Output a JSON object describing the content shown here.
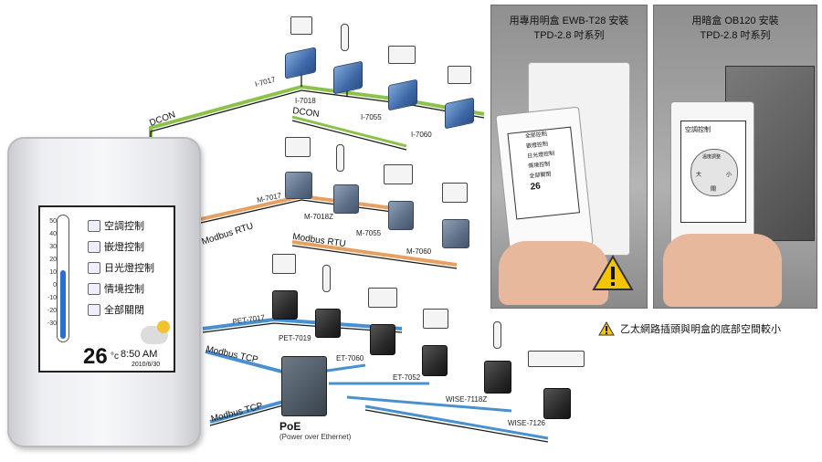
{
  "right_photos": {
    "left_caption_line1": "用專用明盒 EWB-T28 安裝",
    "left_caption_line2": "TPD-2.8 吋系列",
    "right_caption_line1": "用暗盒 OB120 安裝",
    "right_caption_line2": "TPD-2.8 吋系列",
    "warning_note": "乙太網路插頭與明盒的底部空間較小"
  },
  "touch_panel": {
    "menu": [
      "空調控制",
      "嵌燈控制",
      "日光燈控制",
      "情境控制",
      "全部關閉"
    ],
    "scale": [
      "50",
      "40",
      "30",
      "20",
      "10",
      "0",
      "-10",
      "-20",
      "-30"
    ],
    "temperature": "26",
    "temp_unit": "°c",
    "time": "8:50 AM",
    "date": "2010/6/30"
  },
  "mini_panel_menu": [
    "全部控制",
    "嵌燈控制",
    "日光燈控制",
    "情境控制",
    "全部關閉"
  ],
  "mini_panel_temp": "26",
  "mini_dark_panel": {
    "title": "空調控制",
    "wheel": [
      "溫度調整",
      "大",
      "小",
      "關"
    ]
  },
  "buses": {
    "dcon_top": "DCON",
    "dcon_mid": "DCON",
    "rtu_a": "Modbus RTU",
    "rtu_b": "Modbus RTU",
    "tcp_a": "Modbus TCP",
    "tcp_b": "Modbus TCP"
  },
  "modules": {
    "dcon": [
      "I-7017",
      "I-7018",
      "I-7055",
      "I-7060"
    ],
    "rtu": [
      "M-7017",
      "M-7018Z",
      "M-7055",
      "M-7060"
    ],
    "tcp": [
      "PET-7017",
      "PET-7019",
      "ET-7060",
      "ET-7052",
      "WISE-7118Z",
      "WISE-7126"
    ]
  },
  "poe": {
    "title": "PoE",
    "subtitle": "(Power over Ethernet)"
  },
  "colors": {
    "dcon_green": "#8bc34a",
    "rtu_orange": "#e8a060",
    "tcp_blue": "#4a90d0",
    "black_wire": "#1a1a1a"
  }
}
